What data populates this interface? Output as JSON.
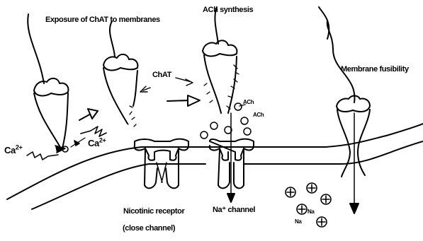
{
  "labels": {
    "exposure": "Exposure of ChAT to membranes",
    "ach_synthesis": "ACh synthesis",
    "membrane_fusibility": "Membrane fusibility",
    "chat": "ChAT",
    "ach_1": "ACh",
    "ach_2": "ACh",
    "ca_left": "Ca",
    "ca_left_sup": "2+",
    "ca_right": "Ca",
    "ca_right_sup": "2+",
    "nicotinic_receptor": "Nicotinic receptor",
    "close_channel": "(close channel)",
    "na_channel": "Na⁺ channel",
    "na_1": "Na",
    "na_2": "Na"
  },
  "colors": {
    "ink": "#000000",
    "background": "#ffffff"
  }
}
